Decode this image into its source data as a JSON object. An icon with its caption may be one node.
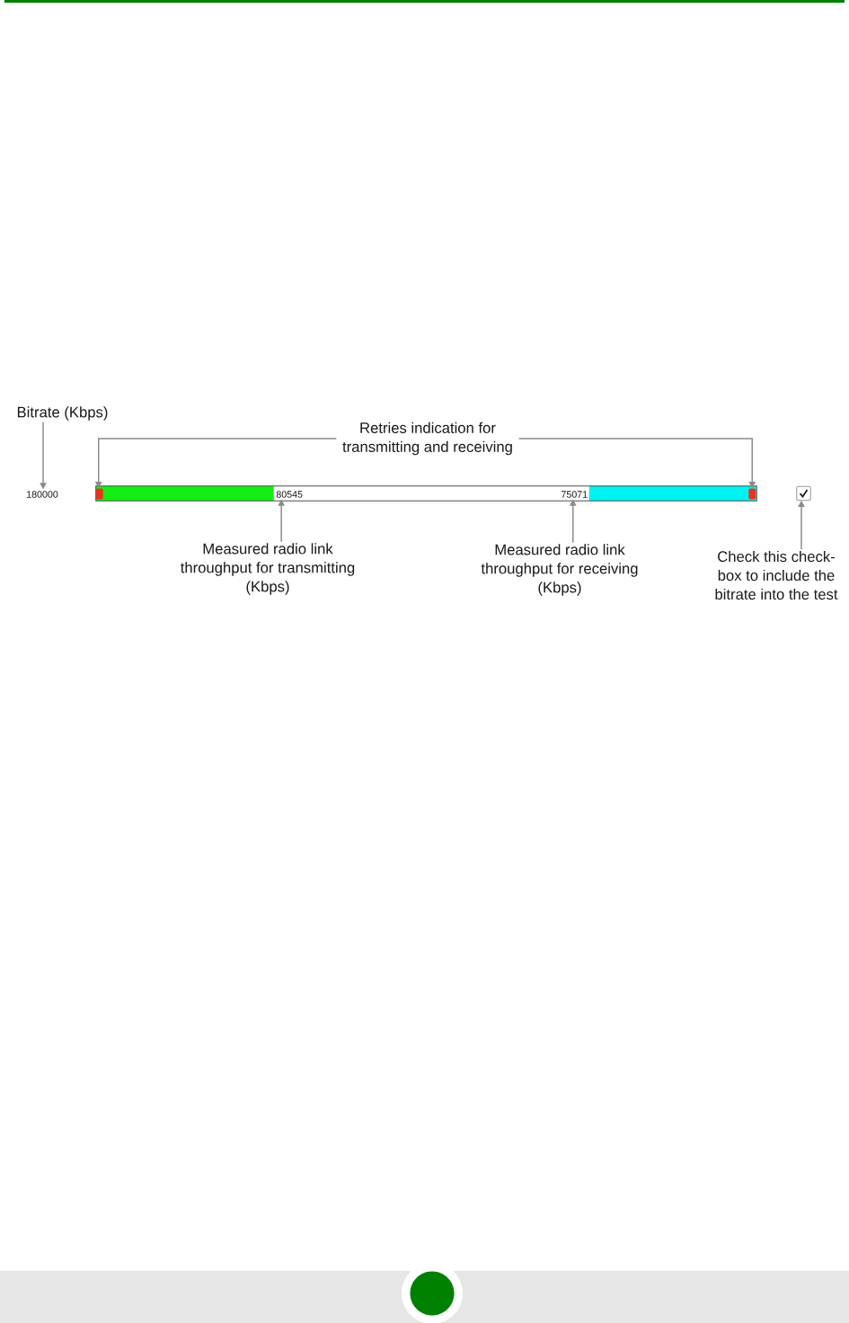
{
  "diagram": {
    "nodes": [
      {
        "text": [
          "Bitrate (Kbps)"
        ]
      },
      {
        "text": [
          "180000"
        ]
      },
      {
        "text": [
          "Retries indication for transmitting and receiving"
        ]
      },
      {
        "text": [],
        "shape": "bar"
      },
      {
        "text": [],
        "shape": "box",
        "in": 3
      },
      {
        "text": [
          "80545"
        ],
        "in": 3
      },
      {
        "text": [
          "75071"
        ],
        "in": 3
      },
      {
        "text": [],
        "shape": "box",
        "in": 3
      },
      {
        "text": [],
        "shape": "box"
      },
      {
        "text": [
          "Measured radio link throughput for transmitting (Kbps)"
        ]
      },
      {
        "text": [
          "Measured radio link throughput for receiving (Kbps)"
        ]
      },
      {
        "text": [
          "Check this check-box to include the bitrate into the test"
        ]
      }
    ],
    "edges": [
      {
        "from": 0,
        "to": 1,
        "arrow": "to"
      },
      {
        "from": 2,
        "to": 4,
        "arrow": "to"
      },
      {
        "from": 2,
        "to": 7,
        "arrow": "to"
      },
      {
        "from": 9,
        "to": 5,
        "arrow": "to"
      },
      {
        "from": 10,
        "to": 6,
        "arrow": "to"
      },
      {
        "from": 11,
        "to": 8,
        "arrow": "to"
      }
    ]
  }
}
